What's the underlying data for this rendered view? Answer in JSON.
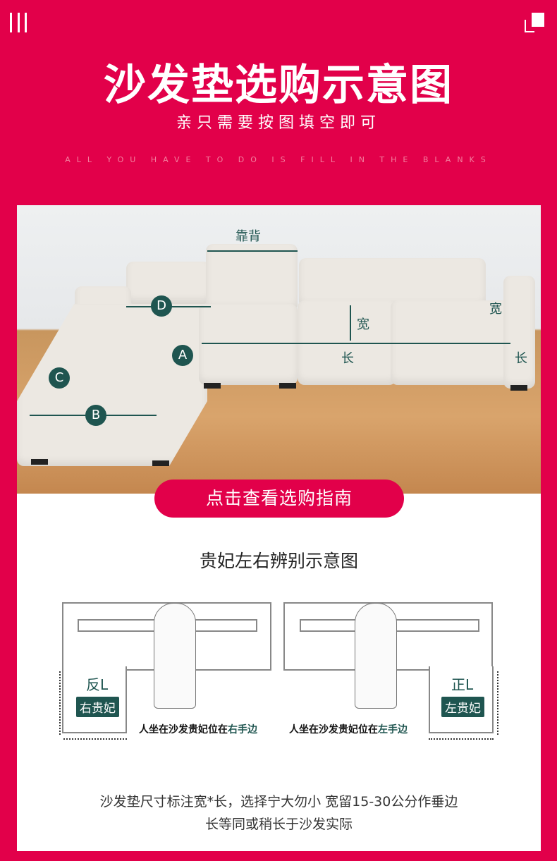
{
  "header": {
    "title": "沙发垫选购示意图",
    "subtitle": "亲只需要按图填空即可",
    "english": "ALL YOU HAVE TO DO IS FILL IN THE BLANKS"
  },
  "photo": {
    "labels": {
      "back": "靠背",
      "width": "宽",
      "length": "长",
      "arm_width": "宽",
      "arm_length": "长"
    },
    "markers": [
      "A",
      "B",
      "C",
      "D"
    ]
  },
  "guide_button": "点击查看选购指南",
  "diagram": {
    "title": "贵妃左右辨别示意图",
    "left": {
      "type": "反L",
      "badge": "右贵妃",
      "caption_prefix": "人坐在沙发贵妃位在",
      "caption_highlight": "右手边"
    },
    "right": {
      "type": "正L",
      "badge": "左贵妃",
      "caption_prefix": "人坐在沙发贵妃位在",
      "caption_highlight": "左手边"
    }
  },
  "note": {
    "line1": "沙发垫尺寸标注宽*长，选择宁大勿小 宽留15-30公分作垂边",
    "line2": "长等同或稍长于沙发实际"
  },
  "colors": {
    "brand": "#e2004a",
    "accent": "#1f5550"
  }
}
